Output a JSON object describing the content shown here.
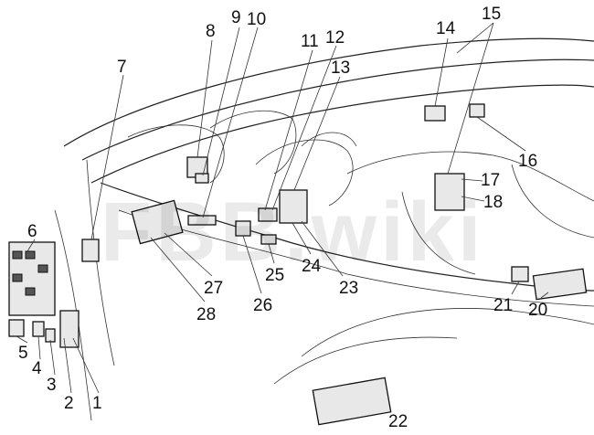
{
  "watermark": "FBB.wiki",
  "callouts": [
    "1",
    "2",
    "3",
    "4",
    "5",
    "6",
    "7",
    "8",
    "9",
    "10",
    "11",
    "12",
    "13",
    "14",
    "15",
    "16",
    "17",
    "18",
    "20",
    "21",
    "22",
    "23",
    "24",
    "25",
    "26",
    "27",
    "28"
  ]
}
